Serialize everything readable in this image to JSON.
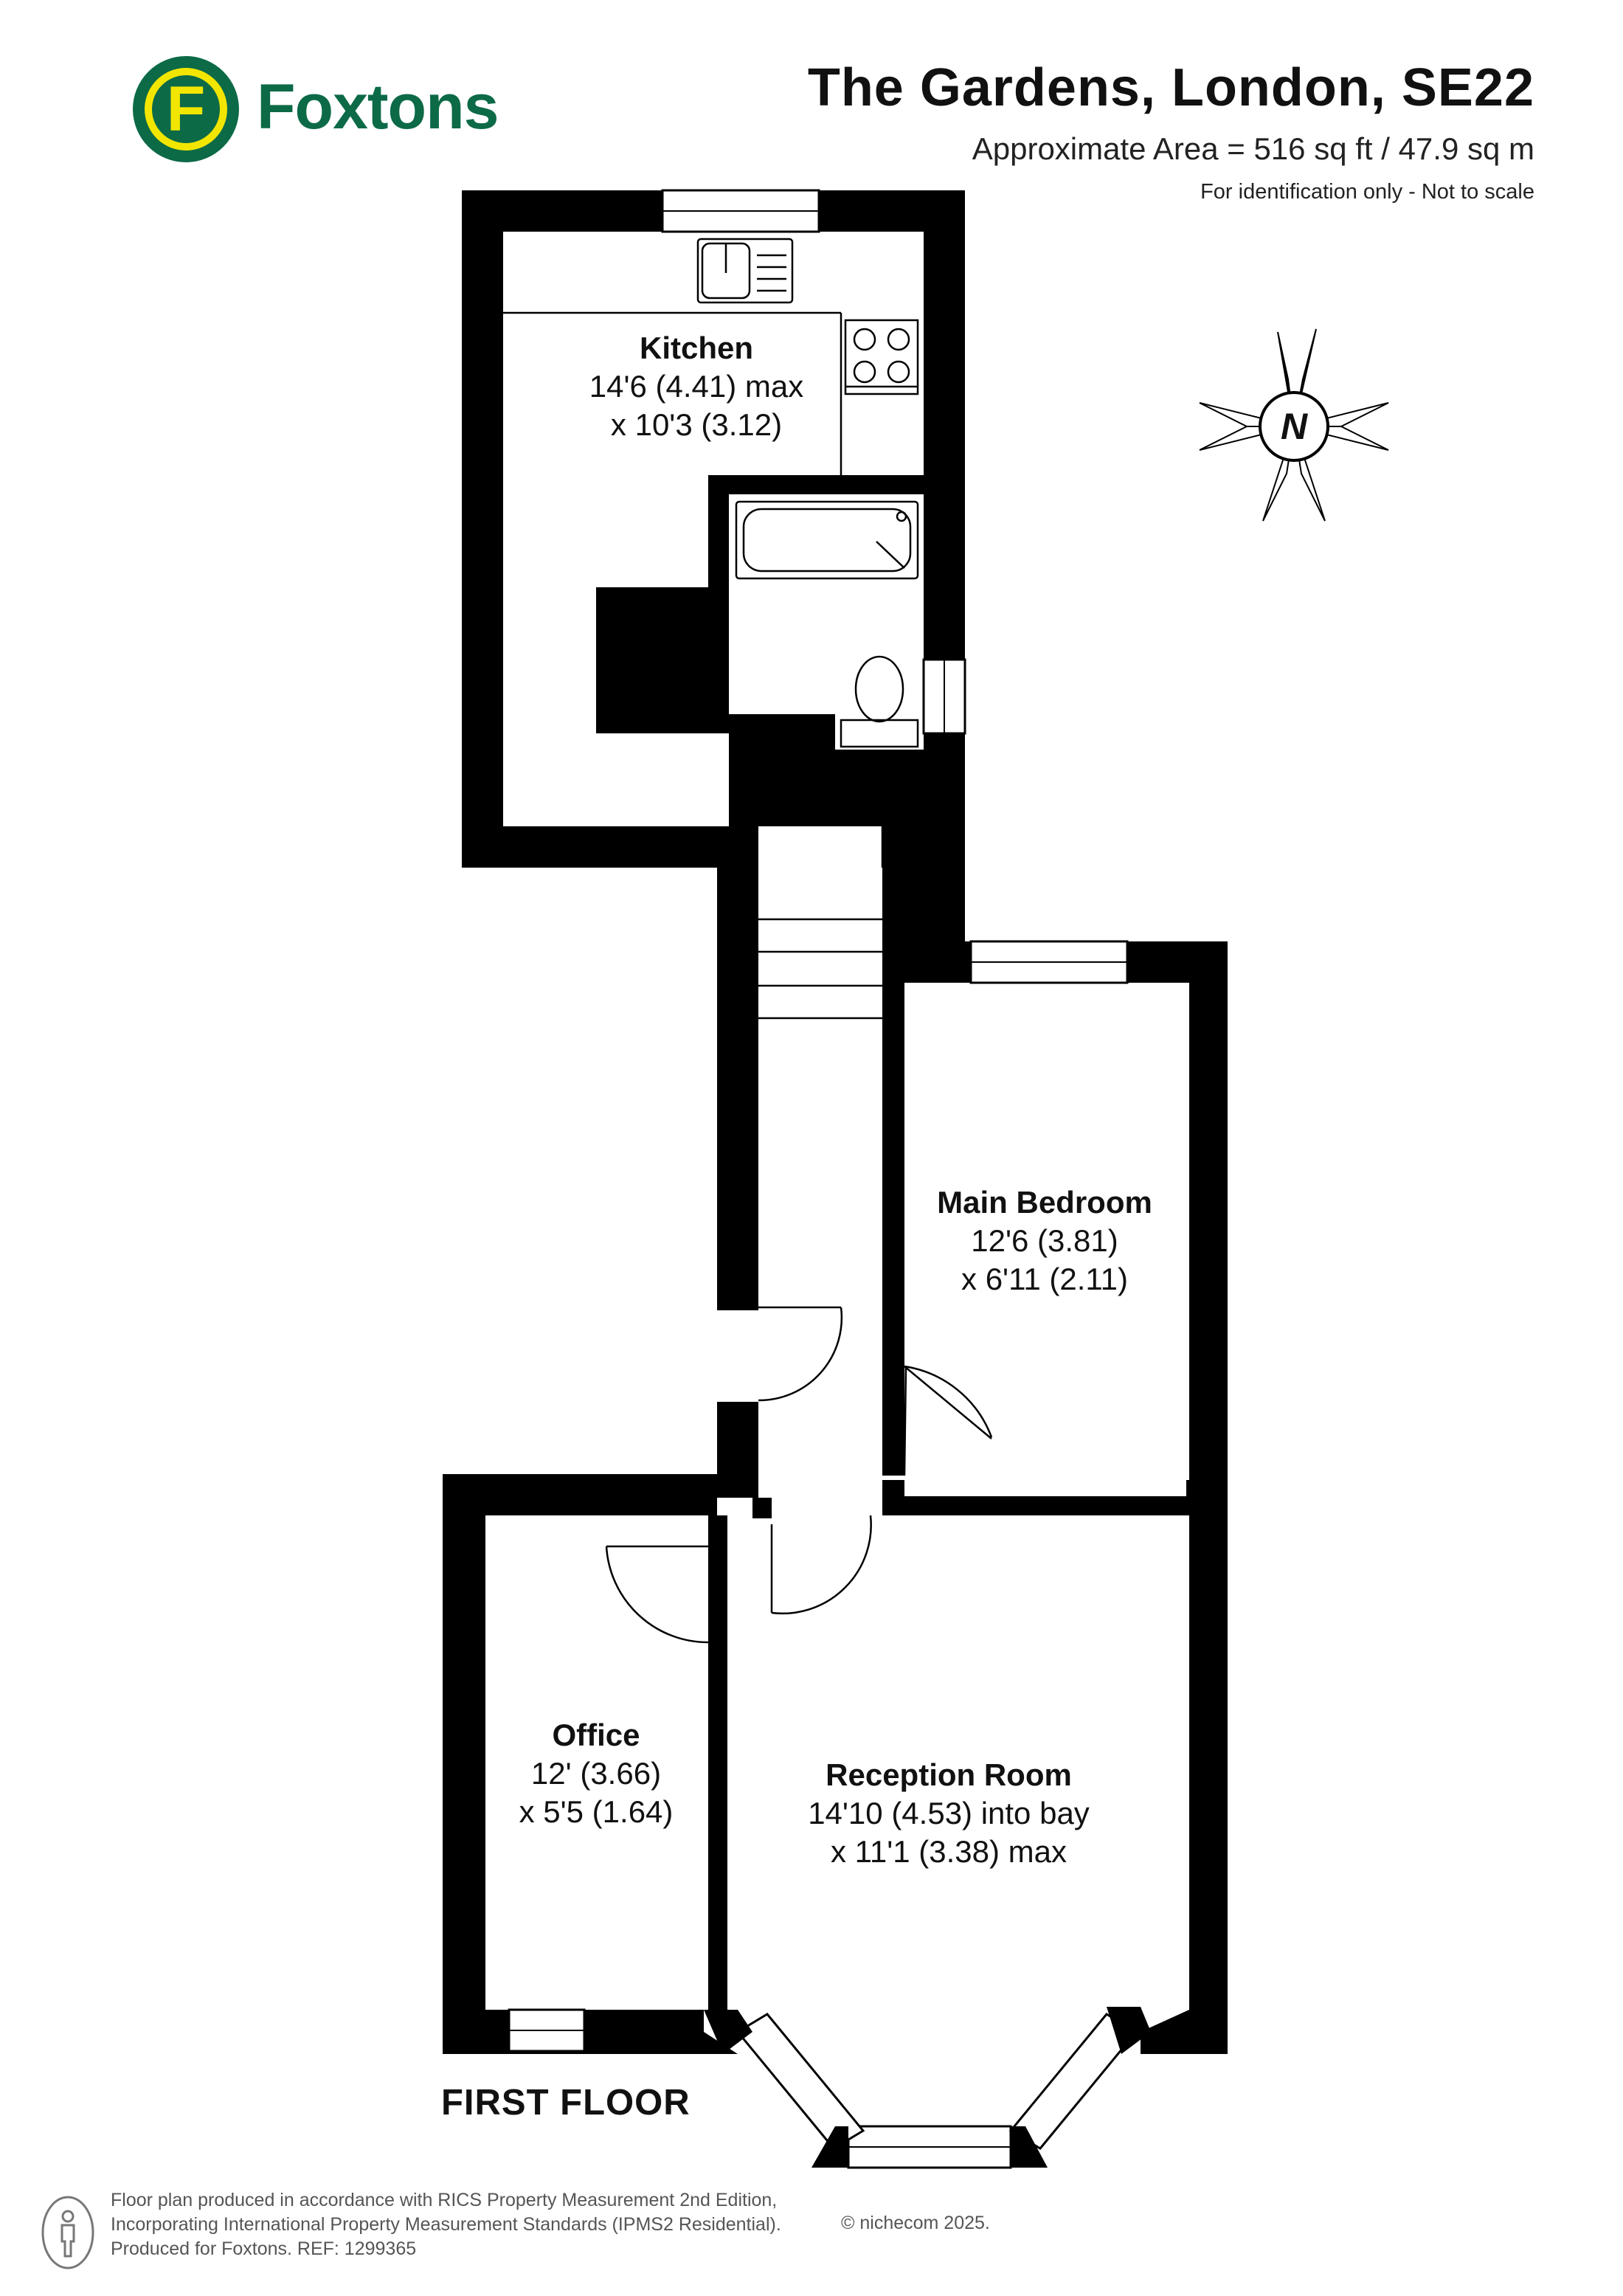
{
  "header": {
    "title": "The Gardens, London, SE22",
    "area": "Approximate Area = 516 sq ft / 47.9 sq m",
    "note": "For identification only - Not to scale"
  },
  "brand": {
    "logo_letter": "F",
    "name": "Foxtons",
    "colors": {
      "green": "#0c6a47",
      "yellow": "#f2e600"
    }
  },
  "compass": {
    "label": "N",
    "icon": "compass-icon"
  },
  "rooms": {
    "kitchen": {
      "name": "Kitchen",
      "dim1": "14'6 (4.41) max",
      "dim2": "x 10'3 (3.12)"
    },
    "main_bedroom": {
      "name": "Main Bedroom",
      "dim1": "12'6 (3.81)",
      "dim2": "x 6'11 (2.11)"
    },
    "office": {
      "name": "Office",
      "dim1": "12' (3.66)",
      "dim2": "x 5'5 (1.64)"
    },
    "reception": {
      "name": "Reception Room",
      "dim1": "14'10 (4.53) into bay",
      "dim2": "x 11'1 (3.38) max"
    }
  },
  "floor_label": "FIRST FLOOR",
  "footer": {
    "line1": "Floor plan produced in accordance with RICS Property Measurement 2nd Edition,",
    "line2": "Incorporating International Property Measurement Standards (IPMS2 Residential).",
    "line3": "Produced for Foxtons.   REF:  1299365",
    "copyright": "© nichecom 2025."
  }
}
